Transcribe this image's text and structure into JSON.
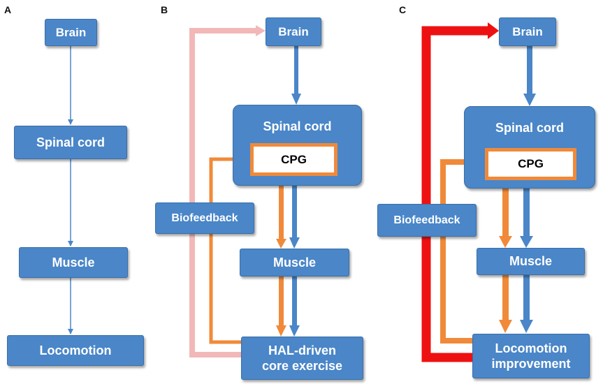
{
  "panels": {
    "a": {
      "label": "A",
      "brain": "Brain",
      "spinal_cord": "Spinal cord",
      "muscle": "Muscle",
      "locomotion": "Locomotion"
    },
    "b": {
      "label": "B",
      "brain": "Brain",
      "spinal_cord": "Spinal cord",
      "cpg": "CPG",
      "biofeedback": "Biofeedback",
      "muscle": "Muscle",
      "outcome_line1": "HAL-driven",
      "outcome_line2": "core exercise"
    },
    "c": {
      "label": "C",
      "brain": "Brain",
      "spinal_cord": "Spinal cord",
      "cpg": "CPG",
      "biofeedback": "Biofeedback",
      "muscle": "Muscle",
      "outcome_line1": "Locomotion",
      "outcome_line2": "improvement"
    }
  },
  "colors": {
    "box": "#4a86c8",
    "blue_arrow": "#4a86c8",
    "orange_arrow": "#f08a3a",
    "pink_arrow": "#f2b8b8",
    "red_arrow": "#ee1111"
  }
}
